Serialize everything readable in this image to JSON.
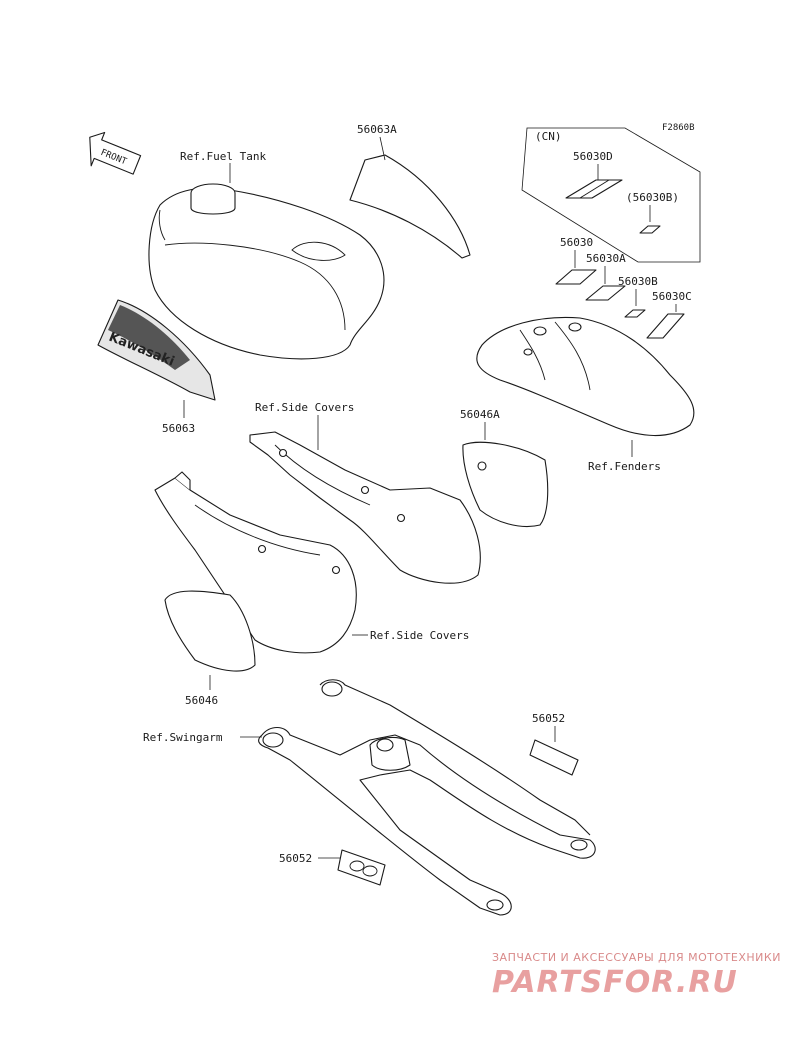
{
  "diagram_code": "F2860B",
  "front_label": "FRONT",
  "cn_label": "(CN)",
  "brand_text": "Kawasaki",
  "labels": {
    "fuel_tank": "Ref.Fuel Tank",
    "p56063A": "56063A",
    "p56063": "56063",
    "p56030D": "56030D",
    "p56030B_cn": "(56030B)",
    "p56030": "56030",
    "p56030A": "56030A",
    "p56030B": "56030B",
    "p56030C": "56030C",
    "side_covers_top": "Ref.Side Covers",
    "p56046A": "56046A",
    "fenders": "Ref.Fenders",
    "side_covers_bottom": "Ref.Side Covers",
    "p56046": "56046",
    "swingarm": "Ref.Swingarm",
    "p56052_right": "56052",
    "p56052_left": "56052"
  },
  "watermark": {
    "tagline": "ЗАПЧАСТИ И АКСЕССУАРЫ ДЛЯ МОТОТЕХНИКИ",
    "site": "PARTSFOR.RU"
  }
}
